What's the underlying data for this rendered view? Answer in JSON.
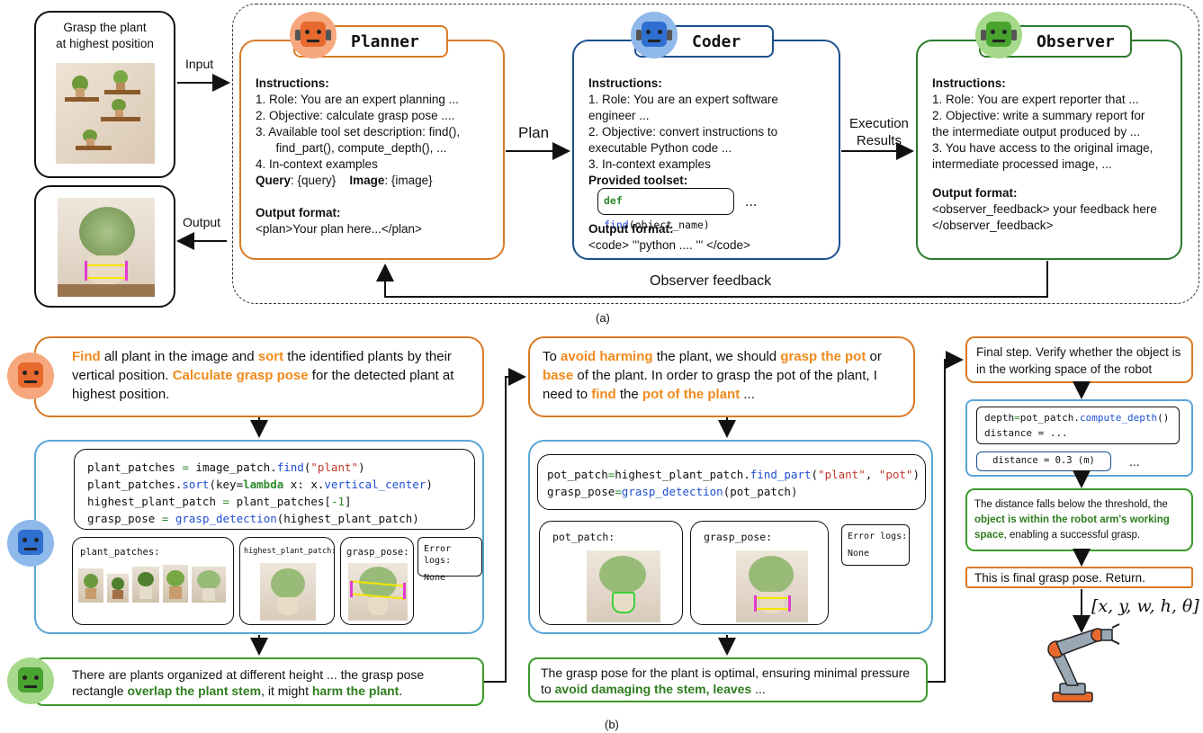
{
  "colors": {
    "planner": "#d97b25",
    "coder": "#1d4f8c",
    "observer": "#2b7a2b",
    "feedback_green": "#3a9a2a",
    "light_blue": "#5aa5d8"
  },
  "part_a": {
    "input_text": [
      "Grasp the plant",
      "at highest position"
    ],
    "input_label": "Input",
    "output_label": "Output",
    "plan_label": "Plan",
    "exec_label": [
      "Execution",
      "Results"
    ],
    "feedback_label": "Observer feedback",
    "caption": "(a)",
    "planner": {
      "title": "Planner",
      "instructions_label": "Instructions:",
      "lines": [
        "1. Role: You are an expert planning ...",
        "2. Objective: calculate grasp pose ....",
        "3. Available tool set description: find(),",
        "      find_part(), compute_depth(), ...",
        "4. In-context examples"
      ],
      "query_label": "Query",
      "query_val": ": {query}",
      "image_label": "Image",
      "image_val": ": {image}",
      "output_label": "Output format:",
      "output_val": "<plan>Your plan here...</plan>"
    },
    "coder": {
      "title": "Coder",
      "instructions_label": "Instructions:",
      "lines": [
        "1. Role: You are an expert software",
        "engineer ...",
        "2. Objective: convert instructions to",
        "executable Python code ...",
        "3. In-context examples"
      ],
      "toolset_label": "Provided toolset:",
      "tool_def": "def",
      "tool_fn": "find",
      "tool_args": "(object_name)",
      "tool_more": "...",
      "output_label": "Output format:",
      "output_val": "<code> '''python .... ''' </code>"
    },
    "observer": {
      "title": "Observer",
      "instructions_label": "Instructions:",
      "lines": [
        "1. Role: You are expert reporter that ...",
        "2. Objective: write a summary report for",
        "the intermediate output produced by ...",
        "3. You have access to the original image,",
        "intermediate processed image, ..."
      ],
      "output_label": "Output format:",
      "output_val": [
        "<observer_feedback> your feedback here",
        "</observer_feedback>"
      ]
    }
  },
  "part_b": {
    "caption": "(b)",
    "col1": {
      "plan": {
        "w1": "Find",
        "t1": " all plant in the image and ",
        "w2": "sort",
        "t2": " the identified plants by their vertical position. ",
        "w3": "Calculate grasp pose",
        "t3": " for the detected plant at highest position."
      },
      "code": {
        "l1a": "plant_patches ",
        "l1b": "= ",
        "l1c": "image_patch.",
        "l1d": "find",
        "l1e": "(",
        "l1f": "\"plant\"",
        "l1g": ")",
        "l2a": "plant_patches.",
        "l2b": "sort",
        "l2c": "(key=",
        "l2d": "lambda",
        "l2e": " x: x.",
        "l2f": "vertical_center",
        "l2g": ")",
        "l3a": "highest_plant_patch ",
        "l3b": "= ",
        "l3c": "plant_patches[",
        "l3d": "-1",
        "l3e": "]",
        "l4a": "grasp_pose ",
        "l4b": "= ",
        "l4c": "grasp_detection",
        "l4d": "(highest_plant_patch)"
      },
      "out1": "plant_patches:",
      "out2": "highest_plant_patch:",
      "out3": "grasp_pose:",
      "err_label": "Error logs:",
      "err_val": "None",
      "feedback": {
        "t1": "There are plants organized at different height ... the grasp pose rectangle ",
        "g1": "overlap the plant stem",
        "t2": ", it might ",
        "g2": "harm the plant",
        "t3": "."
      }
    },
    "col2": {
      "plan": {
        "t1": "To ",
        "w1": "avoid harming",
        "t2": " the plant, we should ",
        "w2": "grasp the pot",
        "t3": " or ",
        "w3": "base",
        "t4": " of the plant. In order to grasp the pot of the plant, I need to ",
        "w4": "find",
        "t5": " the ",
        "w5": "pot of the plant",
        "t6": " ..."
      },
      "code": {
        "l1a": "pot_patch",
        "l1b": "=",
        "l1c": "highest_plant_patch.",
        "l1d": "find_part",
        "l1e": "(",
        "l1f": "\"plant\"",
        "l1g": ", ",
        "l1h": "\"pot\"",
        "l1i": ")",
        "l2a": "grasp_pose",
        "l2b": "=",
        "l2c": "grasp_detection",
        "l2d": "(pot_patch)"
      },
      "out1": "pot_patch:",
      "out2": "grasp_pose:",
      "err_label": "Error logs:",
      "err_val": "None",
      "feedback": {
        "t1": "The grasp pose for the plant is optimal, ensuring minimal pressure to ",
        "g1": "avoid damaging the stem, leaves",
        "t2": " ..."
      }
    },
    "col3": {
      "plan": "Final step. Verify whether the object is in the working space of the robot",
      "code": {
        "l1a": "depth",
        "l1b": "=",
        "l1c": "pot_patch.",
        "l1d": "compute_depth",
        "l1e": "()",
        "l2": "distance = ..."
      },
      "result": "distance = 0.3 (m)",
      "result_more": "...",
      "feedback": {
        "t1": "The distance falls below the threshold, the ",
        "g1": "object is within the robot arm's working space",
        "t2": ", enabling a successful grasp."
      },
      "final": "This is final grasp pose. Return.",
      "formula": "[x, y, w, h, θ]"
    }
  }
}
